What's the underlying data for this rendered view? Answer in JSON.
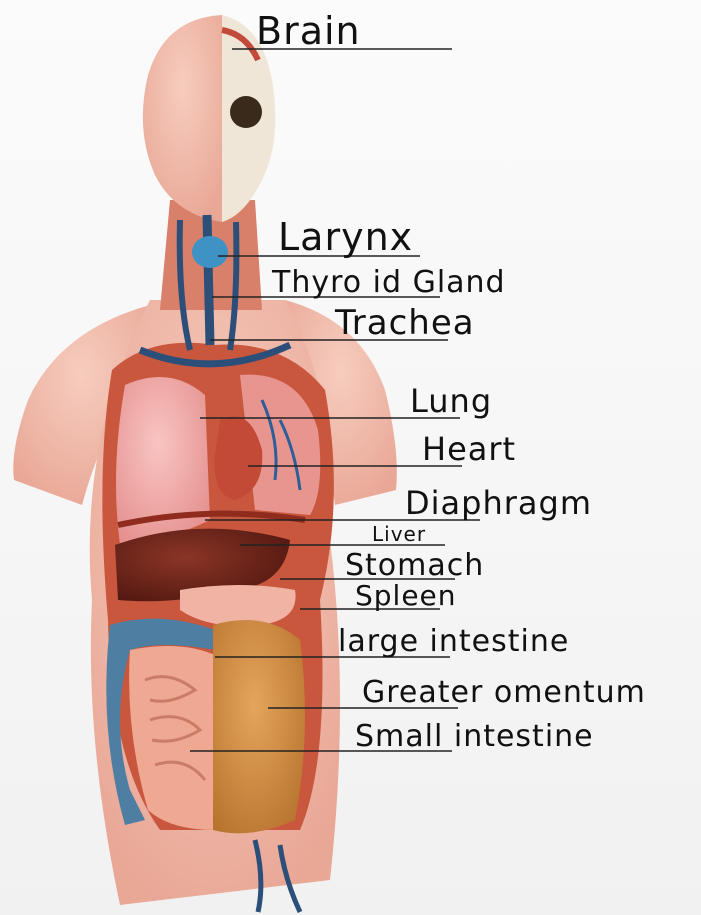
{
  "diagram": {
    "labels": [
      "Brain",
      "Larynx",
      "Thyro id Gland",
      "Trachea",
      "Lung",
      "Heart",
      "Diaphragm",
      "Liver",
      "Stomach",
      "Spleen",
      "large intestine",
      "Greater omentum",
      "Small intestine"
    ]
  },
  "colors": {
    "ink": "#111111",
    "skin": "#f0b9a6",
    "muscle": "#c9573e",
    "lung": "#f1aaa8",
    "liver": "#6b2418",
    "vessel_blue": "#2c4f7a",
    "intestine": "#efa892",
    "omentum": "#cf8a44"
  }
}
